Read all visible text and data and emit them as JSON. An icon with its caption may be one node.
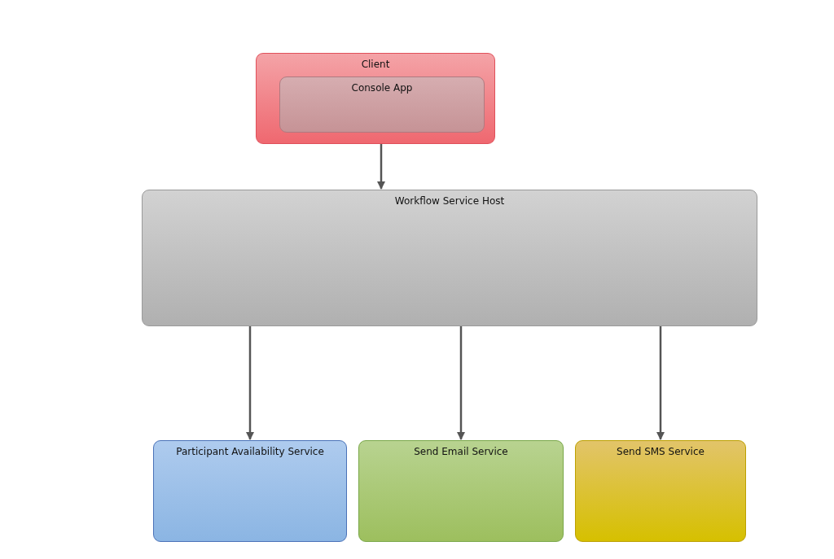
{
  "diagram": {
    "nodes": [
      {
        "text": [
          "Client"
        ]
      },
      {
        "text": [
          "Console App"
        ],
        "in": 0
      },
      {
        "text": [
          "Workflow Service Host"
        ]
      },
      {
        "text": [
          "Participant Availability Service"
        ]
      },
      {
        "text": [
          "Send Email Service"
        ]
      },
      {
        "text": [
          "Send SMS Service"
        ]
      }
    ],
    "edges": [
      {
        "from": 1,
        "to": 2,
        "arrow": "to"
      },
      {
        "from": 2,
        "to": 3,
        "arrow": "to"
      },
      {
        "from": 2,
        "to": 4,
        "arrow": "to"
      },
      {
        "from": 2,
        "to": 5,
        "arrow": "to"
      }
    ]
  }
}
